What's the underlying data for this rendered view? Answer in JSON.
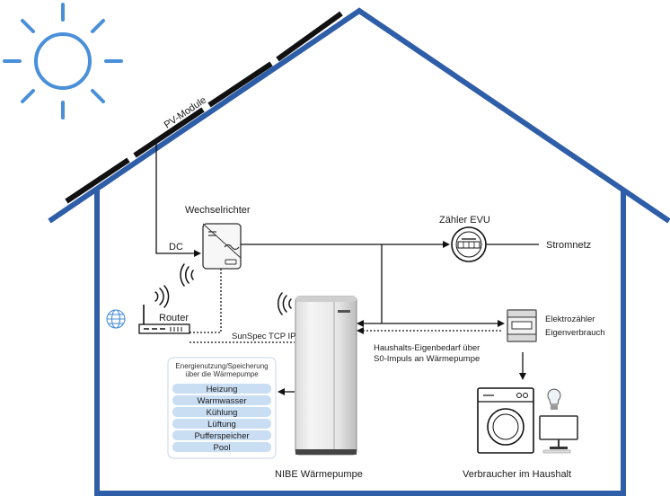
{
  "labels": {
    "pv_module": "PV-Module",
    "inverter": "Wechselrichter",
    "dc": "DC",
    "meter_evu": "Zähler EVU",
    "grid": "Stromnetz",
    "router": "Router",
    "sunspec": "SunSpec TCP IP",
    "sub_meter_line1": "Elektrozähler",
    "sub_meter_line2": "Eigenverbrauch",
    "household_line1": "Haushalts-Eigenbedarf über",
    "household_line2": "S0-Impuls an Wärmepumpe",
    "heatpump": "NIBE Wärmepumpe",
    "consumers": "Verbraucher im Haushalt"
  },
  "energy_box": {
    "title_line1": "Energienutzung/Speicherung",
    "title_line2": "über die Wärmepumpe",
    "items": [
      "Heizung",
      "Warmwasser",
      "Kühlung",
      "Lüftung",
      "Pufferspeicher",
      "Pool"
    ]
  },
  "colors": {
    "house_outline": "#2f5ea8",
    "sun": "#4a90d9",
    "line": "#111111",
    "item_fill": "#c9ddf3",
    "box_border": "#c8d6e8"
  },
  "icons": [
    "sun-icon",
    "solar-panel-icon",
    "inverter-icon",
    "wifi-icon",
    "globe-icon",
    "router-icon",
    "meter-icon",
    "sub-meter-icon",
    "heat-pump-icon",
    "washing-machine-icon",
    "lightbulb-icon",
    "monitor-icon"
  ]
}
